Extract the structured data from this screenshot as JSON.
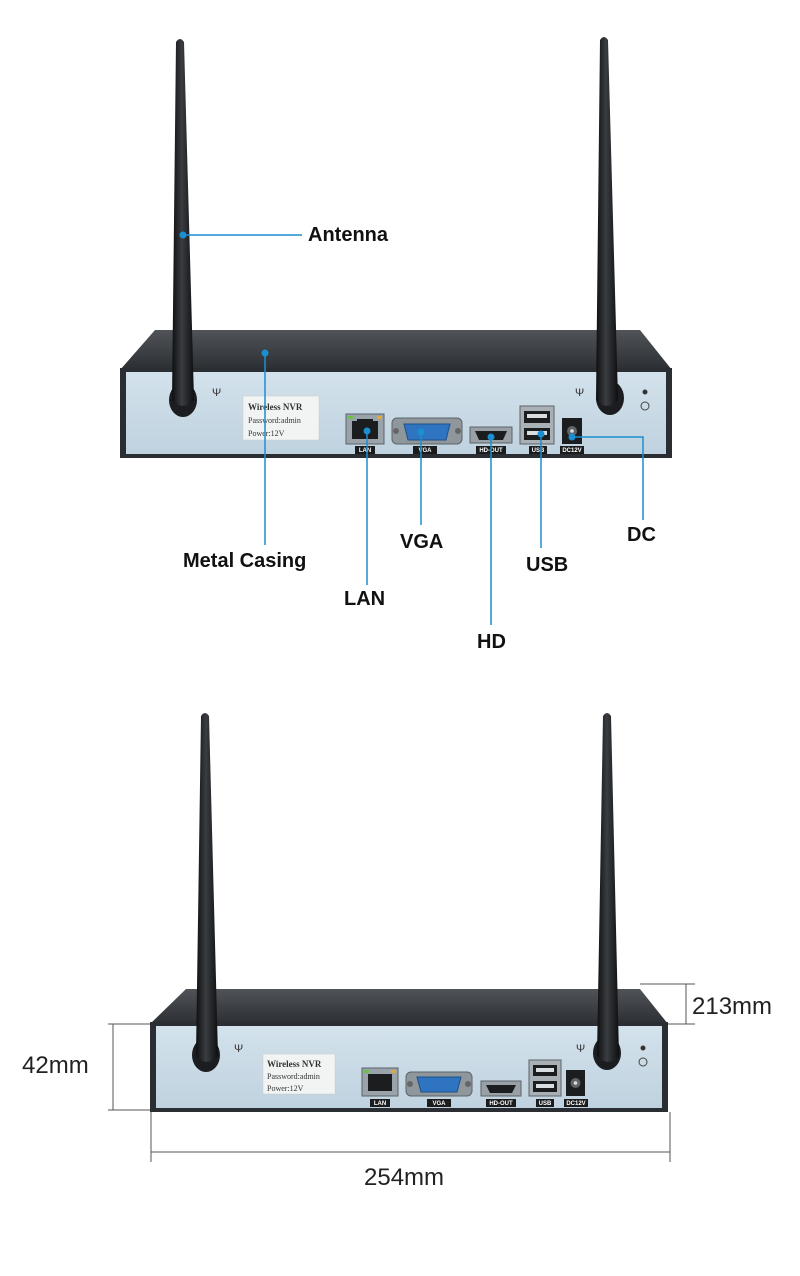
{
  "callouts": {
    "antenna": "Antenna",
    "metal_casing": "Metal Casing",
    "lan": "LAN",
    "vga": "VGA",
    "usb": "USB",
    "dc": "DC",
    "hd": "HD"
  },
  "sticker": {
    "line1": "Wireless NVR",
    "line2": "Password:admin",
    "line3": "Power:12V"
  },
  "port_labels": {
    "lan": "LAN",
    "vga": "VGA",
    "hd_out": "HD-OUT",
    "usb": "USB",
    "dc": "DC12V"
  },
  "dimensions": {
    "height": "42mm",
    "depth": "213mm",
    "width": "254mm"
  },
  "colors": {
    "callout_line": "#1a8fd1",
    "panel": "#c9dbe7",
    "casing": "#2f3236",
    "antenna": "#1e2023"
  },
  "icons": [
    "antenna-icon",
    "lan-port-icon",
    "vga-port-icon",
    "hdmi-port-icon",
    "usb-port-icon",
    "dc-jack-icon"
  ]
}
